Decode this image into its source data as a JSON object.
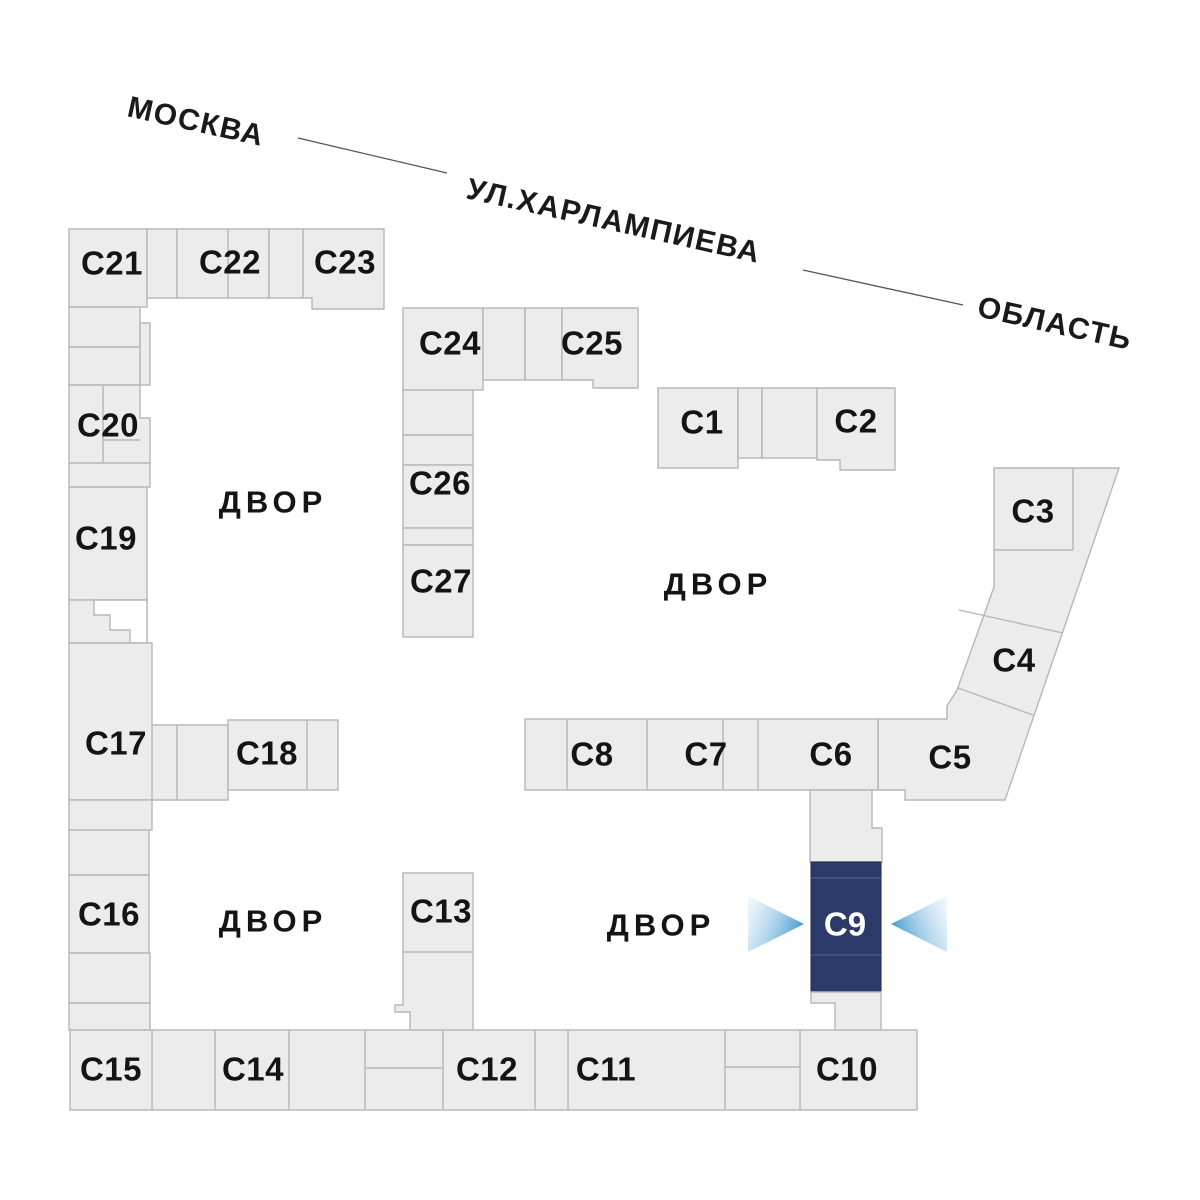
{
  "street": {
    "city_label": "МОСКВА",
    "street_name": "УЛ.ХАРЛАМПИЕВА",
    "region_label": "ОБЛАСТЬ"
  },
  "courtyard_label": "ДВОР",
  "selected_building": "С9",
  "buildings": {
    "c1": "С1",
    "c2": "С2",
    "c3": "С3",
    "c4": "С4",
    "c5": "С5",
    "c6": "С6",
    "c7": "С7",
    "c8": "С8",
    "c9": "С9",
    "c10": "С10",
    "c11": "С11",
    "c12": "С12",
    "c13": "С13",
    "c14": "С14",
    "c15": "С15",
    "c16": "С16",
    "c17": "С17",
    "c18": "С18",
    "c19": "С19",
    "c20": "С20",
    "c21": "С21",
    "c22": "С22",
    "c23": "С23",
    "c24": "С24",
    "c25": "С25",
    "c26": "С26",
    "c27": "С27"
  },
  "colors": {
    "block-fill": "#ececec",
    "block-border": "#b7b7b7",
    "label-text": "#141414",
    "selected-fill": "#2b3a69",
    "selected-stroke": "#20294d",
    "selected-line": "#4a5780",
    "selected-text": "#ffffff",
    "arrow-blue": "#57a7d8",
    "street-line": "#555555"
  }
}
